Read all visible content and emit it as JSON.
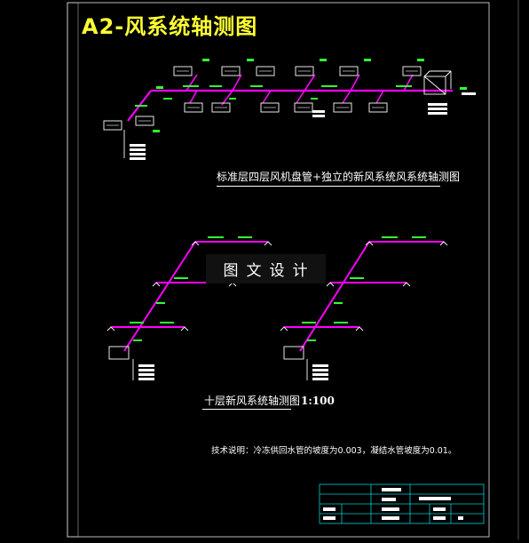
{
  "drawing": {
    "title": "A2-风系统轴测图",
    "caption_top": "标准层四层风机盘管+独立的新风系统风系统轴测图",
    "caption_bottom": "十层新风系统轴测图",
    "scale": "1:100",
    "technical_note": "技术说明：冷冻供回水管的坡度为0.003，凝结水管坡度为0.01。",
    "watermark": "图文设计"
  },
  "colors": {
    "background": "#000000",
    "frame": "#cccccc",
    "title": "#ffff33",
    "duct": "#ff00ff",
    "annotation": "#33ff33",
    "label": "#ffffff",
    "titleblock": "#00cccc"
  }
}
